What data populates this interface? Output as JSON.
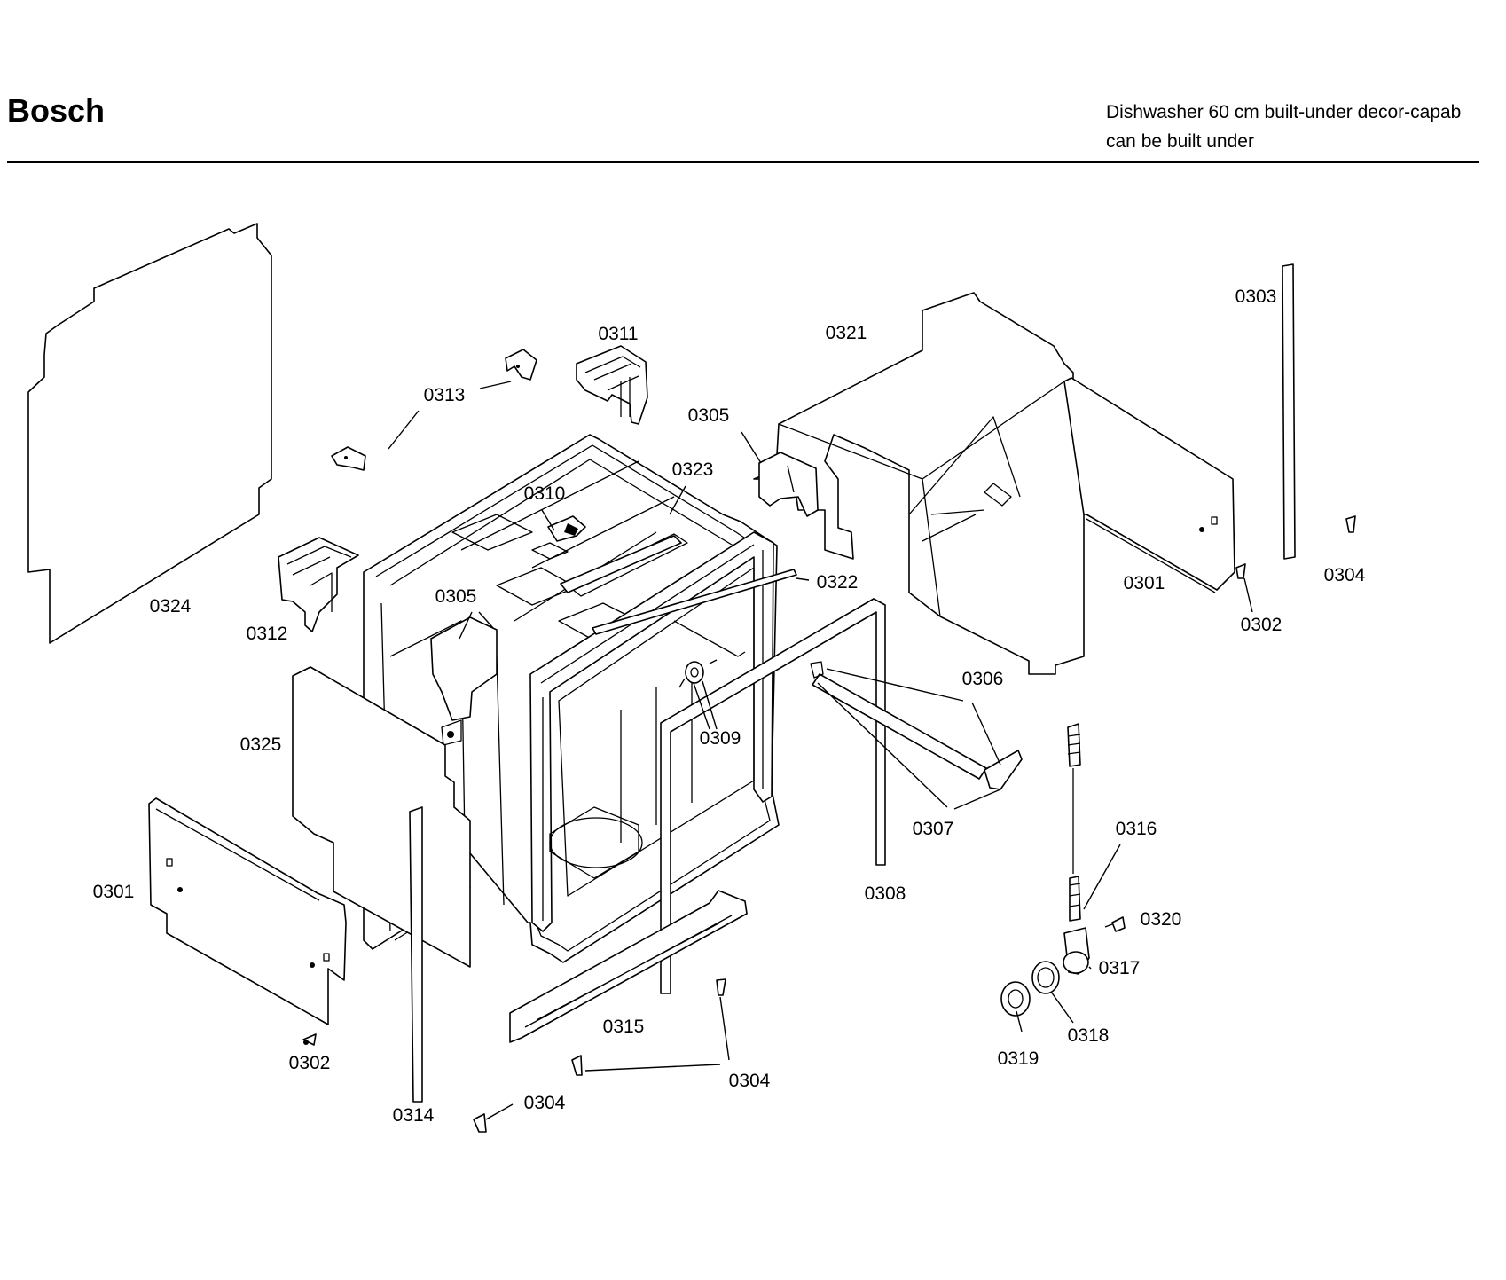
{
  "header": {
    "brand": "Bosch",
    "title_line1": "Dishwasher 60 cm built-under decor-capab",
    "title_line2": "can be built under"
  },
  "callouts": {
    "c0301a": "0301",
    "c0301b": "0301",
    "c0302a": "0302",
    "c0302b": "0302",
    "c0303": "0303",
    "c0304a": "0304",
    "c0304b": "0304",
    "c0304c": "0304",
    "c0305a": "0305",
    "c0305b": "0305",
    "c0306": "0306",
    "c0307": "0307",
    "c0308": "0308",
    "c0309": "0309",
    "c0310": "0310",
    "c0311": "0311",
    "c0312": "0312",
    "c0313": "0313",
    "c0314": "0314",
    "c0315": "0315",
    "c0316": "0316",
    "c0317": "0317",
    "c0318": "0318",
    "c0319": "0319",
    "c0320": "0320",
    "c0321": "0321",
    "c0322": "0322",
    "c0323": "0323",
    "c0324": "0324",
    "c0325": "0325"
  }
}
